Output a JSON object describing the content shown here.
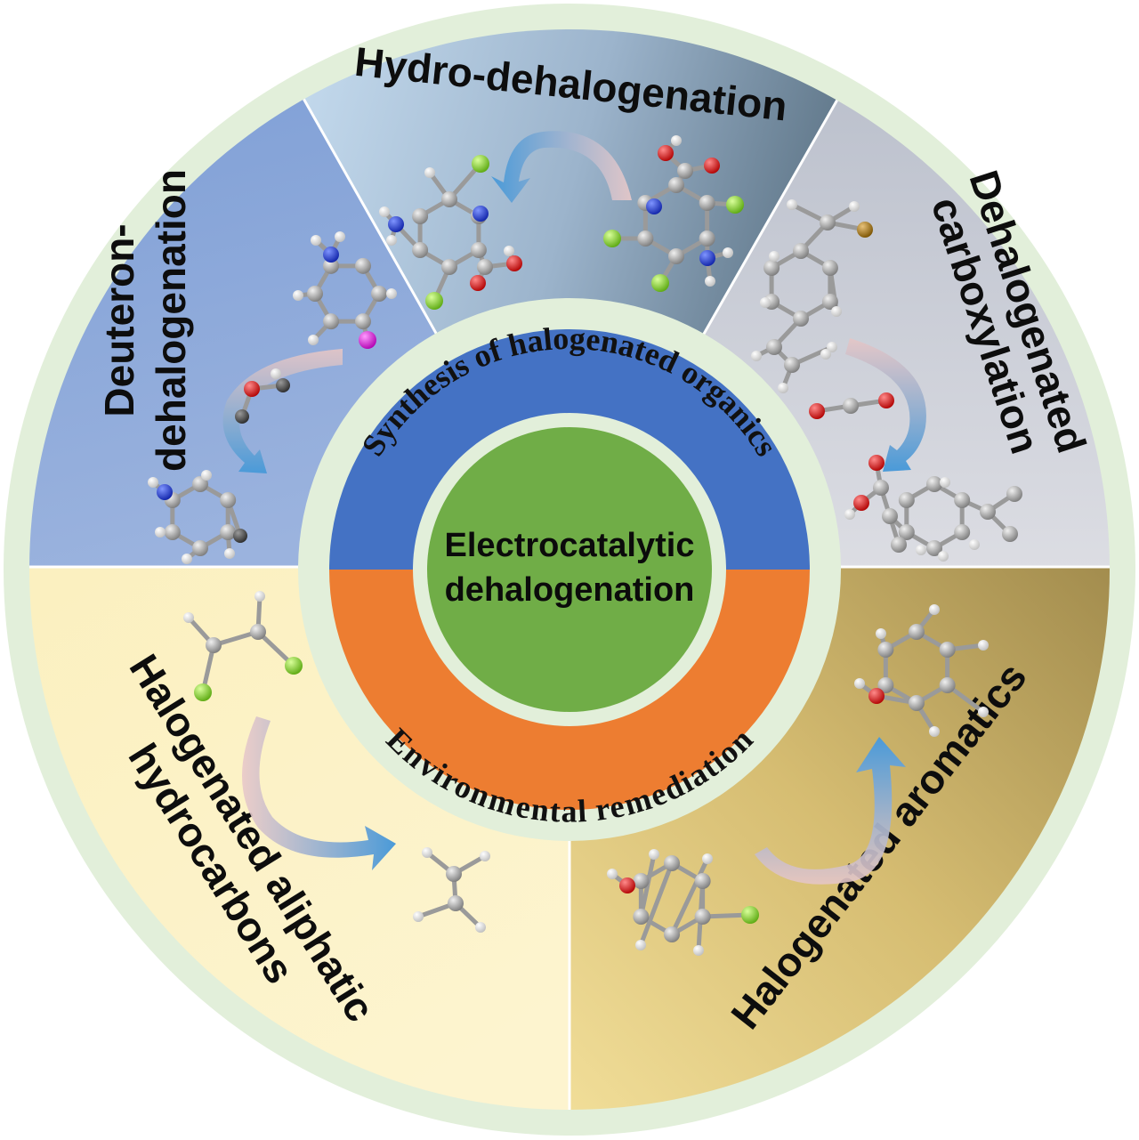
{
  "center": {
    "line1": "Electrocatalytic",
    "line2": "dehalogenation"
  },
  "inner_ring": {
    "top": "Synthesis of halogenated organics",
    "bottom": "Environmental remediation",
    "top_color": "#4472c4",
    "bottom_color": "#ed7d31"
  },
  "sectors": {
    "hydro": {
      "label": "Hydro-dehalogenation"
    },
    "deuteron": {
      "line1": "Deuteron-",
      "line2": "dehalogenation"
    },
    "carboxylation": {
      "line1": "Dehalogenated",
      "line2": "carboxylation"
    },
    "aliphatic": {
      "line1": "Halogenated aliphatic",
      "line2": "hydrocarbons"
    },
    "aromatics": {
      "label": "Halogenated aromatics"
    }
  },
  "colors": {
    "outer_ring": "#e2efda",
    "center_circle": "#70ad47",
    "separator": "#ffffff",
    "carbon": "#9e9e9e",
    "hydrogen": "#ffffff",
    "nitrogen": "#1f3fd6",
    "oxygen": "#e01b1b",
    "chlorine": "#8fe02a",
    "iodine": "#e020e0",
    "bromine": "#b8860b"
  }
}
